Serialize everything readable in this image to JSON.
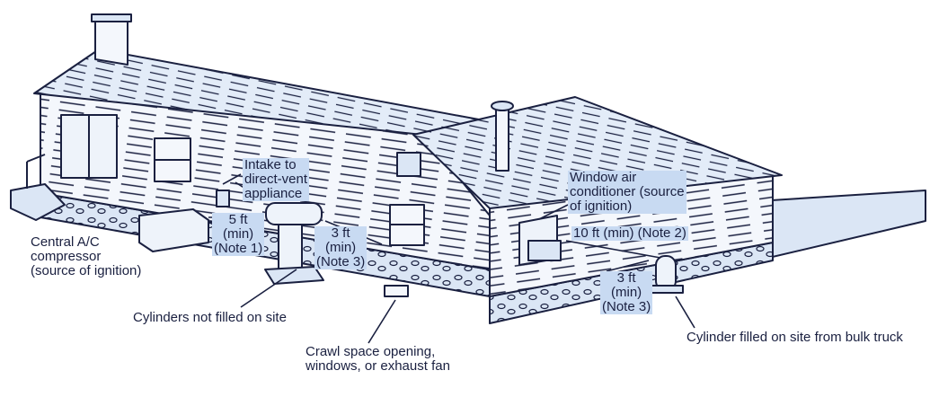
{
  "labels": {
    "intake": [
      "Intake to",
      "direct-vent",
      "appliance"
    ],
    "window_ac": [
      "Window air",
      "conditioner (source",
      "of ignition)"
    ],
    "dist_5ft": [
      "5 ft",
      "(min)",
      "(Note 1)"
    ],
    "dist_3ft_a": [
      "3 ft",
      "(min)",
      "(Note 3)"
    ],
    "dist_10ft": "10 ft (min) (Note 2)",
    "dist_3ft_b": [
      "3 ft",
      "(min)",
      "(Note 3)"
    ],
    "central_ac": [
      "Central A/C",
      "compressor",
      "(source of ignition)"
    ],
    "cylinders_not_filled": "Cylinders not filled on site",
    "crawl_space": [
      "Crawl space opening,",
      "windows, or exhaust fan"
    ],
    "cylinder_filled": "Cylinder filled on site from bulk truck"
  },
  "colors": {
    "line": "#1a2040",
    "shade": "#dbe6f5",
    "label_bg": "#c8daf2"
  }
}
